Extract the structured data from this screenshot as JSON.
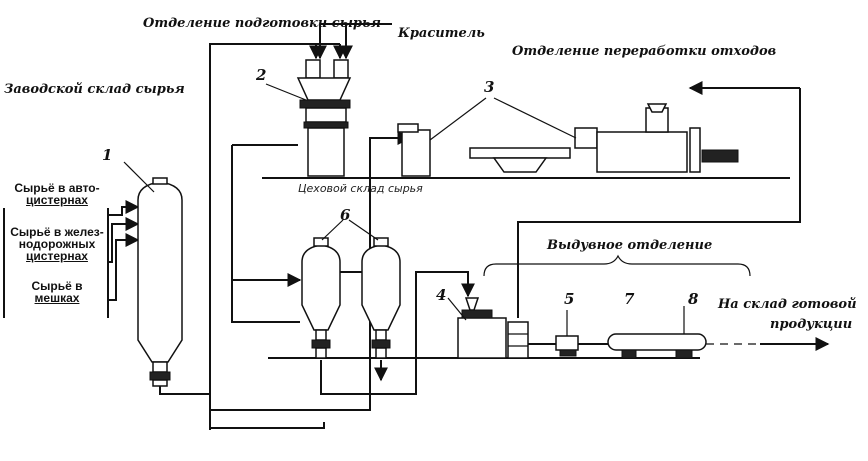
{
  "labels": {
    "prep_dept": "Отделение подготовки сырья",
    "dye": "Краситель",
    "waste_dept": "Отделение переработки отходов",
    "raw_warehouse": "Заводской склад сырья",
    "shop_warehouse": "Цеховой склад сырья",
    "blow_dept": "Выдувное отделение",
    "finished_1": "На склад готовой",
    "finished_2": "продукции"
  },
  "sources": {
    "tanker": [
      "Сырьё в авто-",
      "цистернах"
    ],
    "rail": [
      "Сырьё в желез-",
      "нодорожных",
      "цистернах"
    ],
    "bags": [
      "Сырьё в",
      "мешках"
    ]
  },
  "numbers": [
    "1",
    "2",
    "3",
    "4",
    "5",
    "6",
    "7",
    "8"
  ]
}
